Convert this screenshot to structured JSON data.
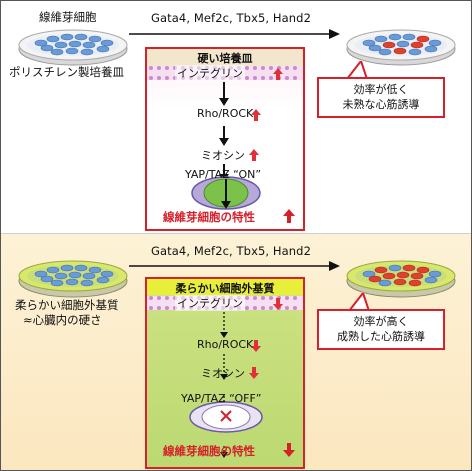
{
  "top": {
    "cell_label": "線維芽細胞",
    "factors": "Gata4, Mef2c, Tbx5, Hand2",
    "dish_label": "ポリスチレン製培養皿",
    "box_title": "硬い培養皿",
    "integrin": "インテグリン",
    "rho": "Rho/ROCK",
    "myosin": "ミオシン",
    "yap": "YAP/TAZ “ON”",
    "trait": "線維芽細胞の特性",
    "result_line1": "効率が低く",
    "result_line2": "未熟な心筋誘導"
  },
  "bottom": {
    "factors": "Gata4, Mef2c, Tbx5, Hand2",
    "dish_label1": "柔らかい細胞外基質",
    "dish_label2": "≈心臓内の硬さ",
    "box_title": "柔らかい細胞外基質",
    "integrin": "インテグリン",
    "rho": "Rho/ROCK",
    "myosin": "ミオシン",
    "yap": "YAP/TAZ “OFF”",
    "trait": "線維芽細胞の特性",
    "result_line1": "効率が高く",
    "result_line2": "成熟した心筋誘導"
  },
  "colors": {
    "accent_red": "#d6202a",
    "up_arrow": "#e0303a",
    "down_arrow": "#e0303a",
    "cell_blue": "#6b9bd6",
    "cell_red": "#e0402e",
    "nucleus_green": "#7cc24a"
  }
}
